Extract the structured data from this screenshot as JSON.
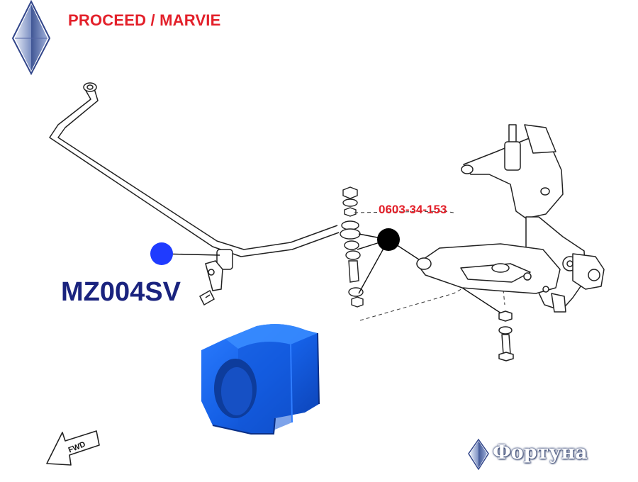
{
  "header": {
    "title": "PROCEED / MARVIE"
  },
  "labels": {
    "part_number": "0603-34-153",
    "product_code": "MZ004SV",
    "fwd_arrow_text": "FWD"
  },
  "brand": {
    "name": "Фортуна"
  },
  "colors": {
    "title_red": "#e3202a",
    "product_navy": "#1a237e",
    "marker_blue": "#1f3bff",
    "marker_black": "#000000",
    "bushing_blue": "#1560e6"
  },
  "icons": {
    "logo_top": "blue-diamond-logo",
    "logo_bottom": "small-diamond-logo",
    "direction": "fwd-arrow-icon",
    "marker_blue": "blue-dot-marker",
    "marker_black": "black-dot-marker"
  }
}
